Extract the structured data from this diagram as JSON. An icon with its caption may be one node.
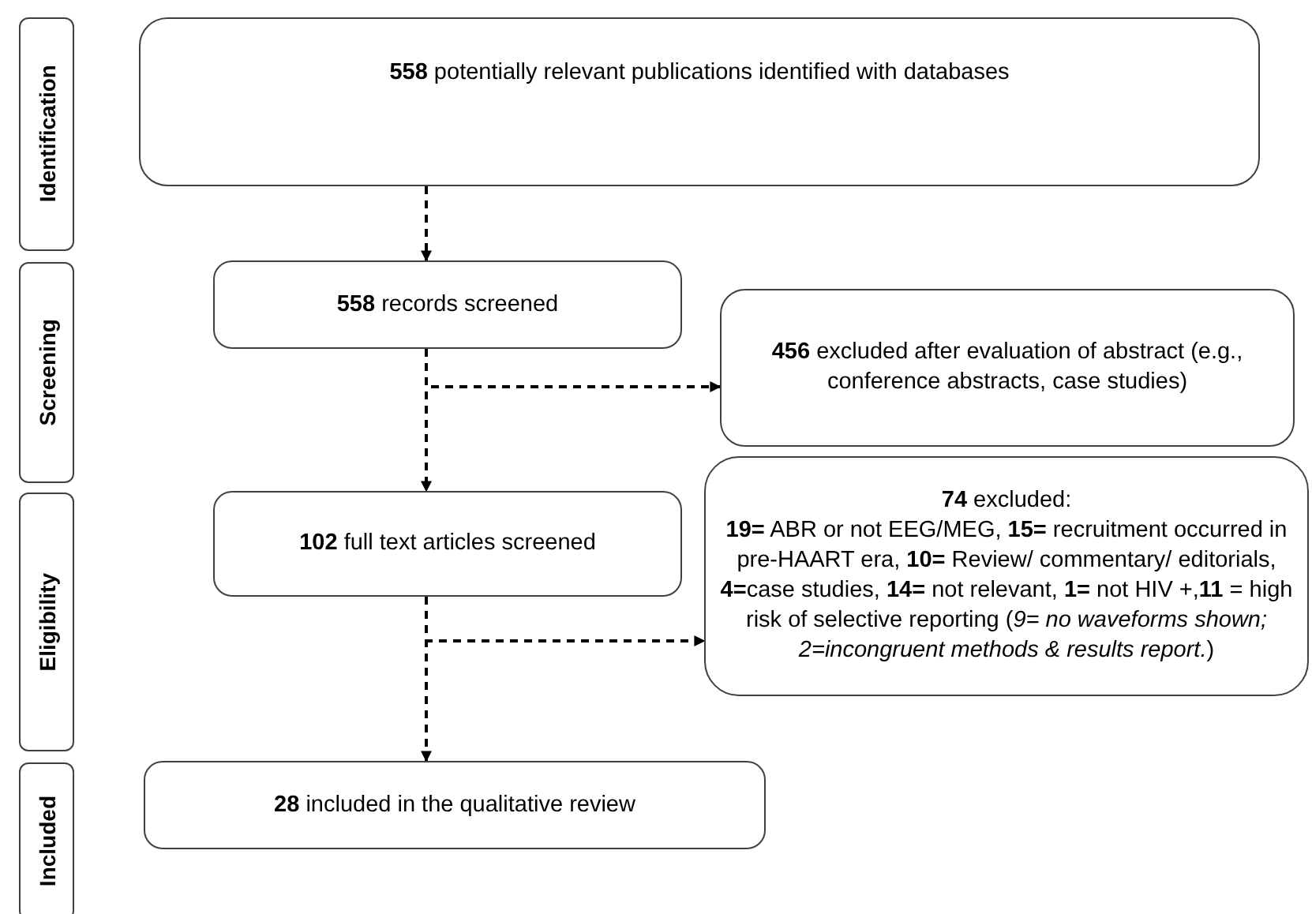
{
  "diagram": {
    "nodes": [
      {
        "text": [
          "Identification"
        ]
      },
      {
        "text": [
          "Screening"
        ]
      },
      {
        "text": [
          "Eligibility"
        ]
      },
      {
        "text": [
          "Included"
        ]
      },
      {
        "text": [
          "**558** potentially relevant publications identified with databases"
        ]
      },
      {
        "text": [
          "**558** records screened"
        ]
      },
      {
        "text": [
          "**456** excluded after evaluation of abstract (e.g., conference abstracts, case studies)"
        ]
      },
      {
        "text": [
          "**102** full text articles screened"
        ]
      },
      {
        "text": [
          "**74** excluded:",
          "**19=** ABR or not EEG/MEG, **15=** recruitment occurred in pre-HAART era, **10=** Review/ commentary/ editorials, **4=**case studies, **14=** not relevant, **1=** not HIV +,**11** = high risk of selective reporting (*9= no waveforms shown; 2=incongruent methods & results report.*)"
        ]
      },
      {
        "text": [
          "**28** included in the qualitative review"
        ]
      }
    ],
    "edges": [
      {
        "from": 4,
        "to": 5,
        "arrow": "to",
        "style": "dashed"
      },
      {
        "from": 5,
        "to": 7,
        "arrow": "to",
        "style": "dashed"
      },
      {
        "from": 5,
        "to": 6,
        "arrow": "to",
        "style": "dashed"
      },
      {
        "from": 7,
        "to": 9,
        "arrow": "to",
        "style": "dashed"
      },
      {
        "from": 7,
        "to": 8,
        "arrow": "to",
        "style": "dashed"
      }
    ]
  }
}
